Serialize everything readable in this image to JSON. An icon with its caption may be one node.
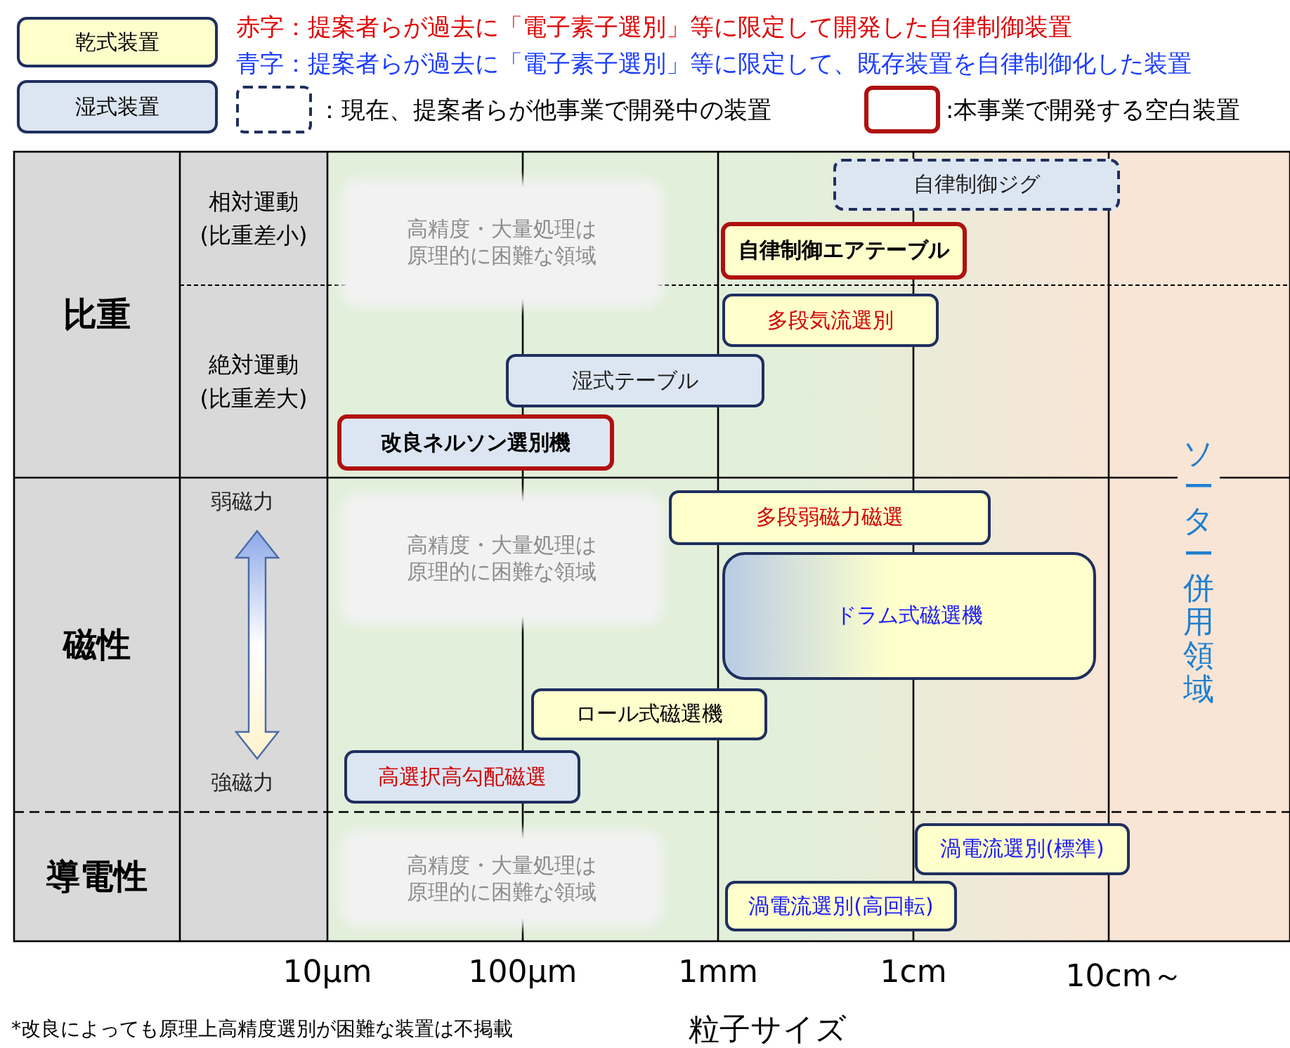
{
  "diagram": {
    "nodes": [
      {
        "text": [
          "比重"
        ]
      },
      {
        "text": [
          "相対運動(比重差小)"
        ]
      },
      {
        "text": [
          "高精度・大量処理は原理的に困難な領域"
        ]
      },
      {
        "text": [
          "自律制御ジグ"
        ]
      },
      {
        "text": [
          "自律制御エアテーブル"
        ]
      },
      {
        "text": [
          "多段気流選別"
        ]
      },
      {
        "text": [
          "絶対運動(比重差大)"
        ]
      },
      {
        "text": [
          "湿式テーブル"
        ]
      },
      {
        "text": [
          "改良ネルソン選別機"
        ]
      },
      {
        "text": [
          "ソーター併用領域"
        ]
      },
      {
        "text": [
          "磁性"
        ]
      },
      {
        "text": [
          "高精度・大量処理は原理的に困難な領域"
        ]
      },
      {
        "text": [
          "多段弱磁力磁選"
        ]
      },
      {
        "text": [
          "ドラム式磁選機"
        ]
      },
      {
        "text": [
          "ロール式磁選機"
        ]
      },
      {
        "text": [
          "高選択高勾配磁選"
        ]
      },
      {
        "text": [
          "導電性"
        ]
      },
      {
        "text": [
          "高精度・大量処理は原理的に困難な領域"
        ]
      },
      {
        "text": [
          "渦電流選別(標準)"
        ]
      },
      {
        "text": [
          "渦電流選別(高回転)"
        ]
      }
    ],
    "labels": [
      "弱磁力",
      "強磁力",
      "10µm",
      "100µm",
      "1mm",
      "1cm",
      "10cm～",
      "*改良によっても原理上高精度選別が困難な装置は不掲載",
      "粒子サイズ"
    ],
    "legend": [
      {
        "text": "乾式装置",
        "color": "#ffffcc"
      },
      {
        "text": "赤字：提案者らが過去に「電子素子選別」等に限定して開発した自律制御装置",
        "color": "#e00000"
      },
      {
        "text": "青字：提案者らが過去に「電子素子選別」等に限定して、既存装置を自律制御化した装置",
        "color": "#1a3cff"
      },
      {
        "text": "湿式装置",
        "color": "#dce6f2"
      },
      {
        "text": "：現在、提案者らが他事業で開発中の装置"
      },
      {
        "text": ":本事業で開発する空白装置"
      }
    ]
  }
}
